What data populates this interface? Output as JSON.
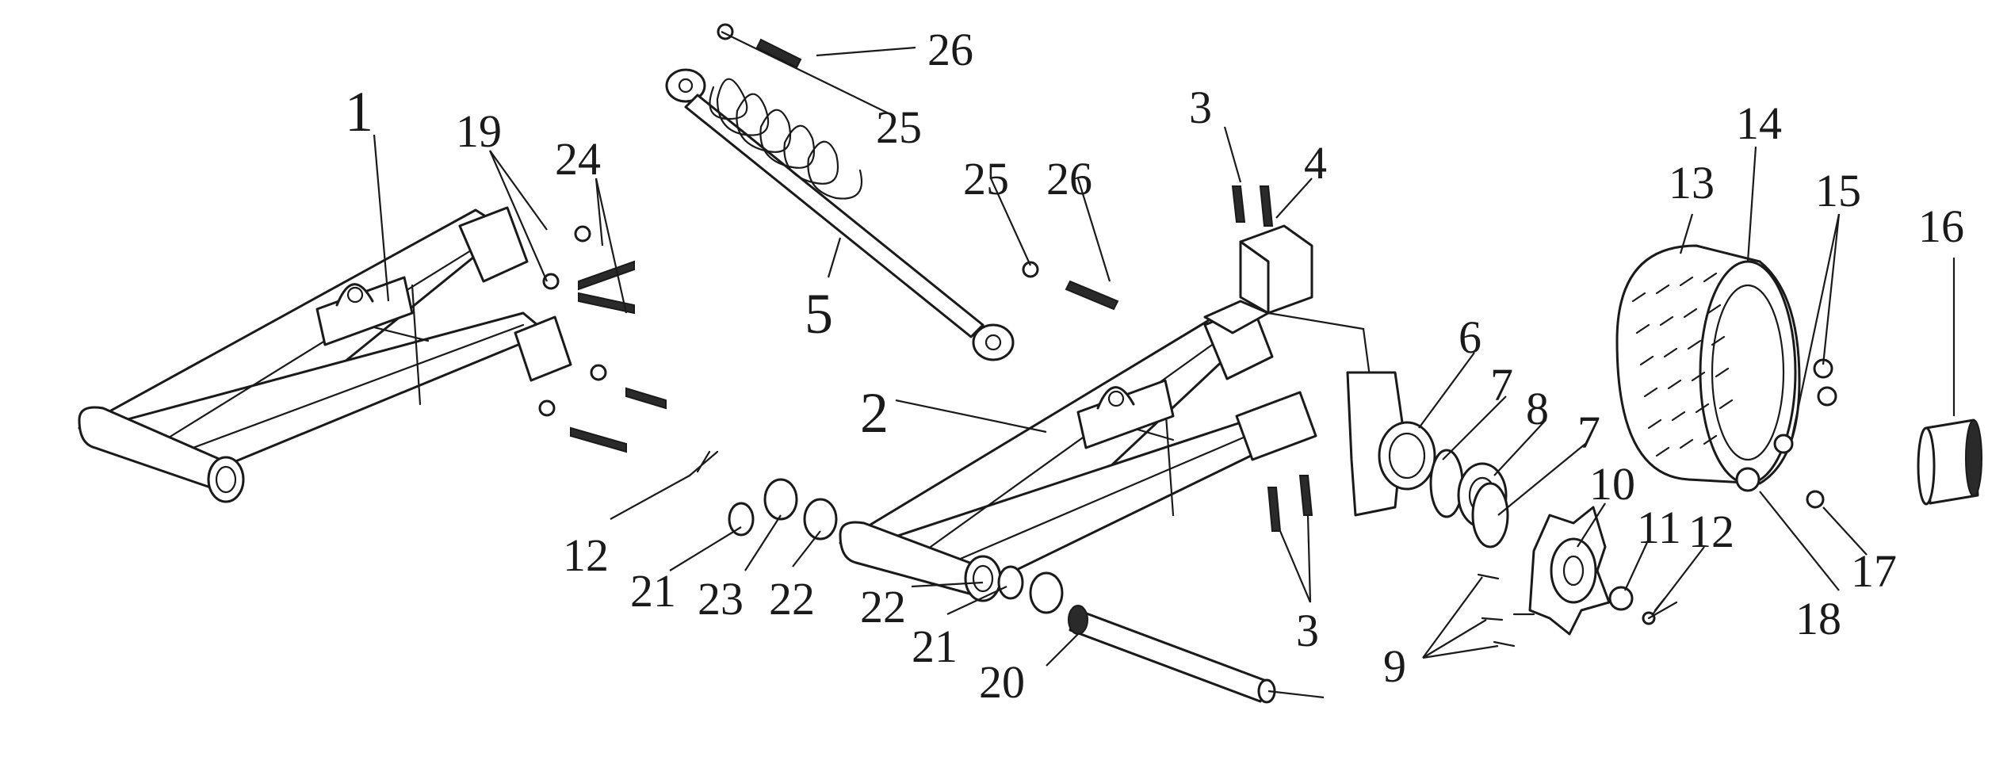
{
  "diagram": {
    "callouts": [
      {
        "id": "c1",
        "text": "1"
      },
      {
        "id": "c2",
        "text": "2"
      },
      {
        "id": "c3a",
        "text": "3"
      },
      {
        "id": "c3b",
        "text": "3"
      },
      {
        "id": "c4",
        "text": "4"
      },
      {
        "id": "c5",
        "text": "5"
      },
      {
        "id": "c6",
        "text": "6"
      },
      {
        "id": "c7a",
        "text": "7"
      },
      {
        "id": "c7b",
        "text": "7"
      },
      {
        "id": "c8",
        "text": "8"
      },
      {
        "id": "c9",
        "text": "9"
      },
      {
        "id": "c10",
        "text": "10"
      },
      {
        "id": "c11",
        "text": "11"
      },
      {
        "id": "c12a",
        "text": "12"
      },
      {
        "id": "c12b",
        "text": "12"
      },
      {
        "id": "c13",
        "text": "13"
      },
      {
        "id": "c14",
        "text": "14"
      },
      {
        "id": "c15",
        "text": "15"
      },
      {
        "id": "c16",
        "text": "16"
      },
      {
        "id": "c17",
        "text": "17"
      },
      {
        "id": "c18",
        "text": "18"
      },
      {
        "id": "c19",
        "text": "19"
      },
      {
        "id": "c20",
        "text": "20"
      },
      {
        "id": "c21a",
        "text": "21"
      },
      {
        "id": "c21b",
        "text": "21"
      },
      {
        "id": "c22a",
        "text": "22"
      },
      {
        "id": "c22b",
        "text": "22"
      },
      {
        "id": "c23",
        "text": "23"
      },
      {
        "id": "c24",
        "text": "24"
      },
      {
        "id": "c25a",
        "text": "25"
      },
      {
        "id": "c25b",
        "text": "25"
      },
      {
        "id": "c26a",
        "text": "26"
      },
      {
        "id": "c26b",
        "text": "26"
      }
    ]
  }
}
